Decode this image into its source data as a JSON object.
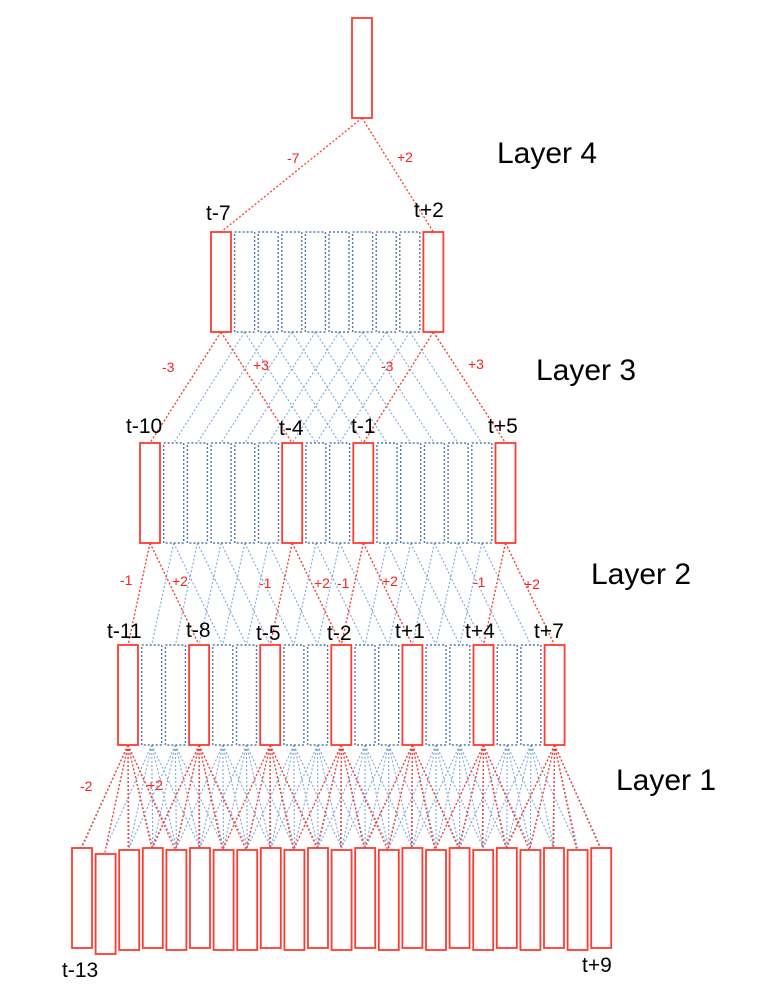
{
  "colors": {
    "active": "#ff3b30",
    "inactive": "#5577aa",
    "connection": "#7ea6d8",
    "offset_text": "#ff2020"
  },
  "layers": {
    "layer4": {
      "title": "Layer 4",
      "offsets": [
        "-7",
        "+2"
      ]
    },
    "layer3": {
      "title": "Layer 3",
      "offsets": [
        "-3",
        "+3",
        "-3",
        "+3"
      ]
    },
    "layer2": {
      "title": "Layer 2",
      "offsets": [
        "-1",
        "+2",
        "-1",
        "+2",
        "-1",
        "+2",
        "-1",
        "+2"
      ]
    },
    "layer1": {
      "title": "Layer 1",
      "offsets": [
        "-2",
        "+2"
      ]
    }
  },
  "time_labels": {
    "level3": [
      "t-7",
      "t+2"
    ],
    "level2": [
      "t-10",
      "t-4",
      "t-1",
      "t+5"
    ],
    "level1": [
      "t-11",
      "t-8",
      "t-5",
      "t-2",
      "t+1",
      "t+4",
      "t+7"
    ],
    "input": [
      "t-13",
      "t+9"
    ]
  }
}
